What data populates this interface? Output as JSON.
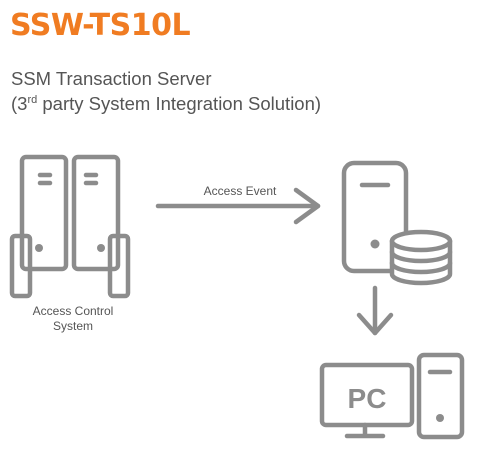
{
  "header": {
    "title": "SSW-TS10L",
    "subtitle_line1": "SSM Transaction Server",
    "subtitle_line2_prefix": "(3",
    "subtitle_line2_sup": "rd",
    "subtitle_line2_suffix": " party System Integration Solution)"
  },
  "diagram": {
    "access_control_label_1": "Access Control",
    "access_control_label_2": "System",
    "edge_label": "Access Event",
    "pc_label": "PC"
  },
  "colors": {
    "accent": "#f07c22",
    "icon_gray": "#8c8c8c",
    "text_gray": "#555555"
  }
}
